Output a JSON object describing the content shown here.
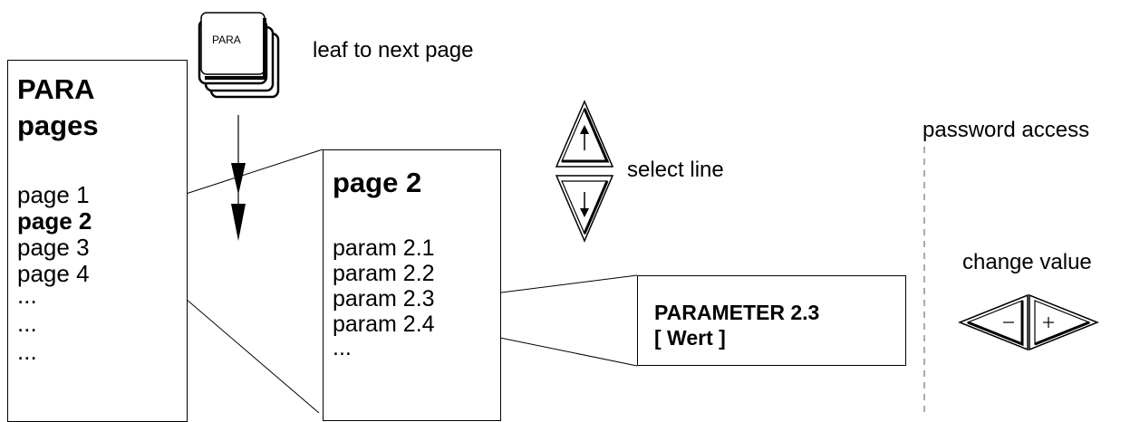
{
  "para_key": {
    "label": "PARA"
  },
  "leaf_label": "leaf to next page",
  "para_pages_box": {
    "title_line1": "PARA",
    "title_line2": "pages",
    "items": [
      "page 1",
      "page 2",
      "page 3",
      "page 4",
      "...",
      "...",
      "..."
    ]
  },
  "page2_box": {
    "title": "page 2",
    "params": [
      "param 2.1",
      "param 2.2",
      "param 2.3",
      "param 2.4",
      "..."
    ]
  },
  "parameter_box": {
    "line1": "PARAMETER 2.3",
    "line2": "[ Wert ]"
  },
  "select_line_label": "select line",
  "password_access_label": "password access",
  "change_value_label": "change value",
  "icons": {
    "up": "up-arrow-key-icon",
    "down": "down-arrow-key-icon",
    "minus": "minus-key-icon",
    "plus": "plus-key-icon"
  }
}
